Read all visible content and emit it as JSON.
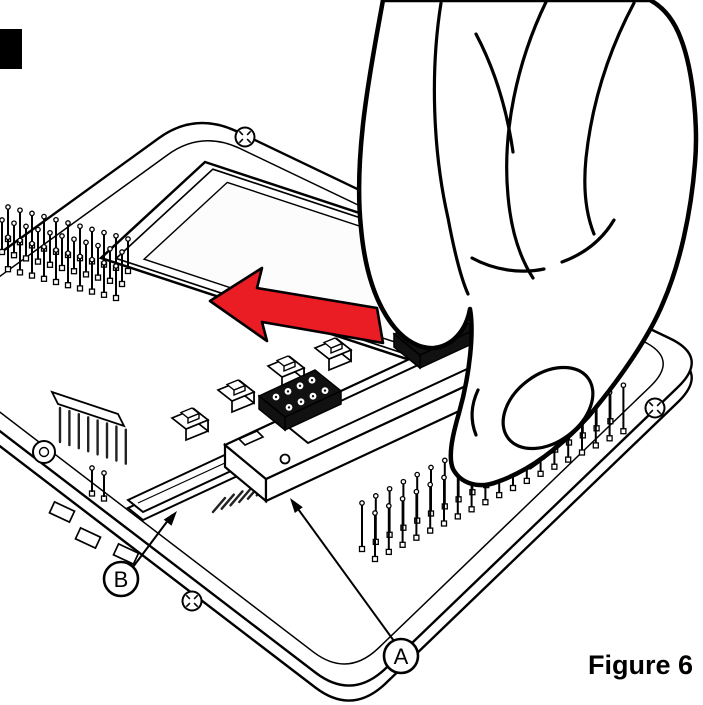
{
  "figure": {
    "caption": "Figure 6"
  },
  "callouts": {
    "a": "A",
    "b": "B"
  },
  "colors": {
    "arrow_red": "#EA1C24"
  }
}
